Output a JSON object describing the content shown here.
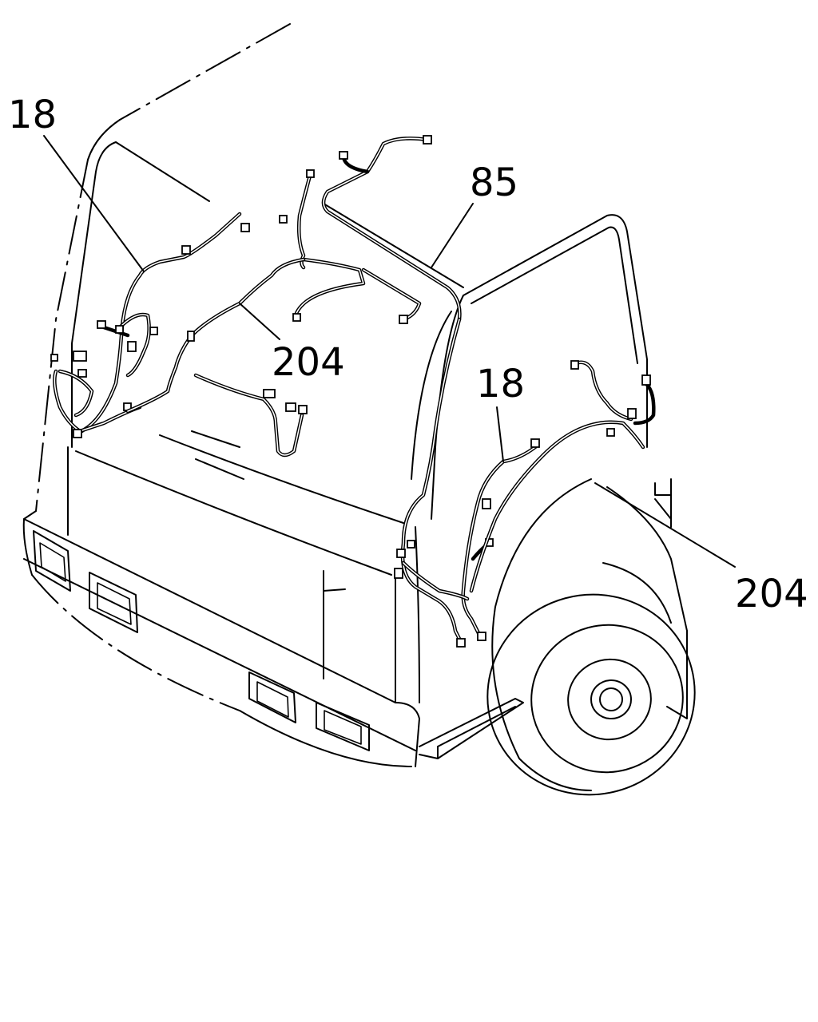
{
  "callouts": [
    {
      "id": "callout-18-left",
      "label": "18"
    },
    {
      "id": "callout-85",
      "label": "85"
    },
    {
      "id": "callout-204-center",
      "label": "204"
    },
    {
      "id": "callout-18-right",
      "label": "18"
    },
    {
      "id": "callout-204-right",
      "label": "204"
    }
  ]
}
